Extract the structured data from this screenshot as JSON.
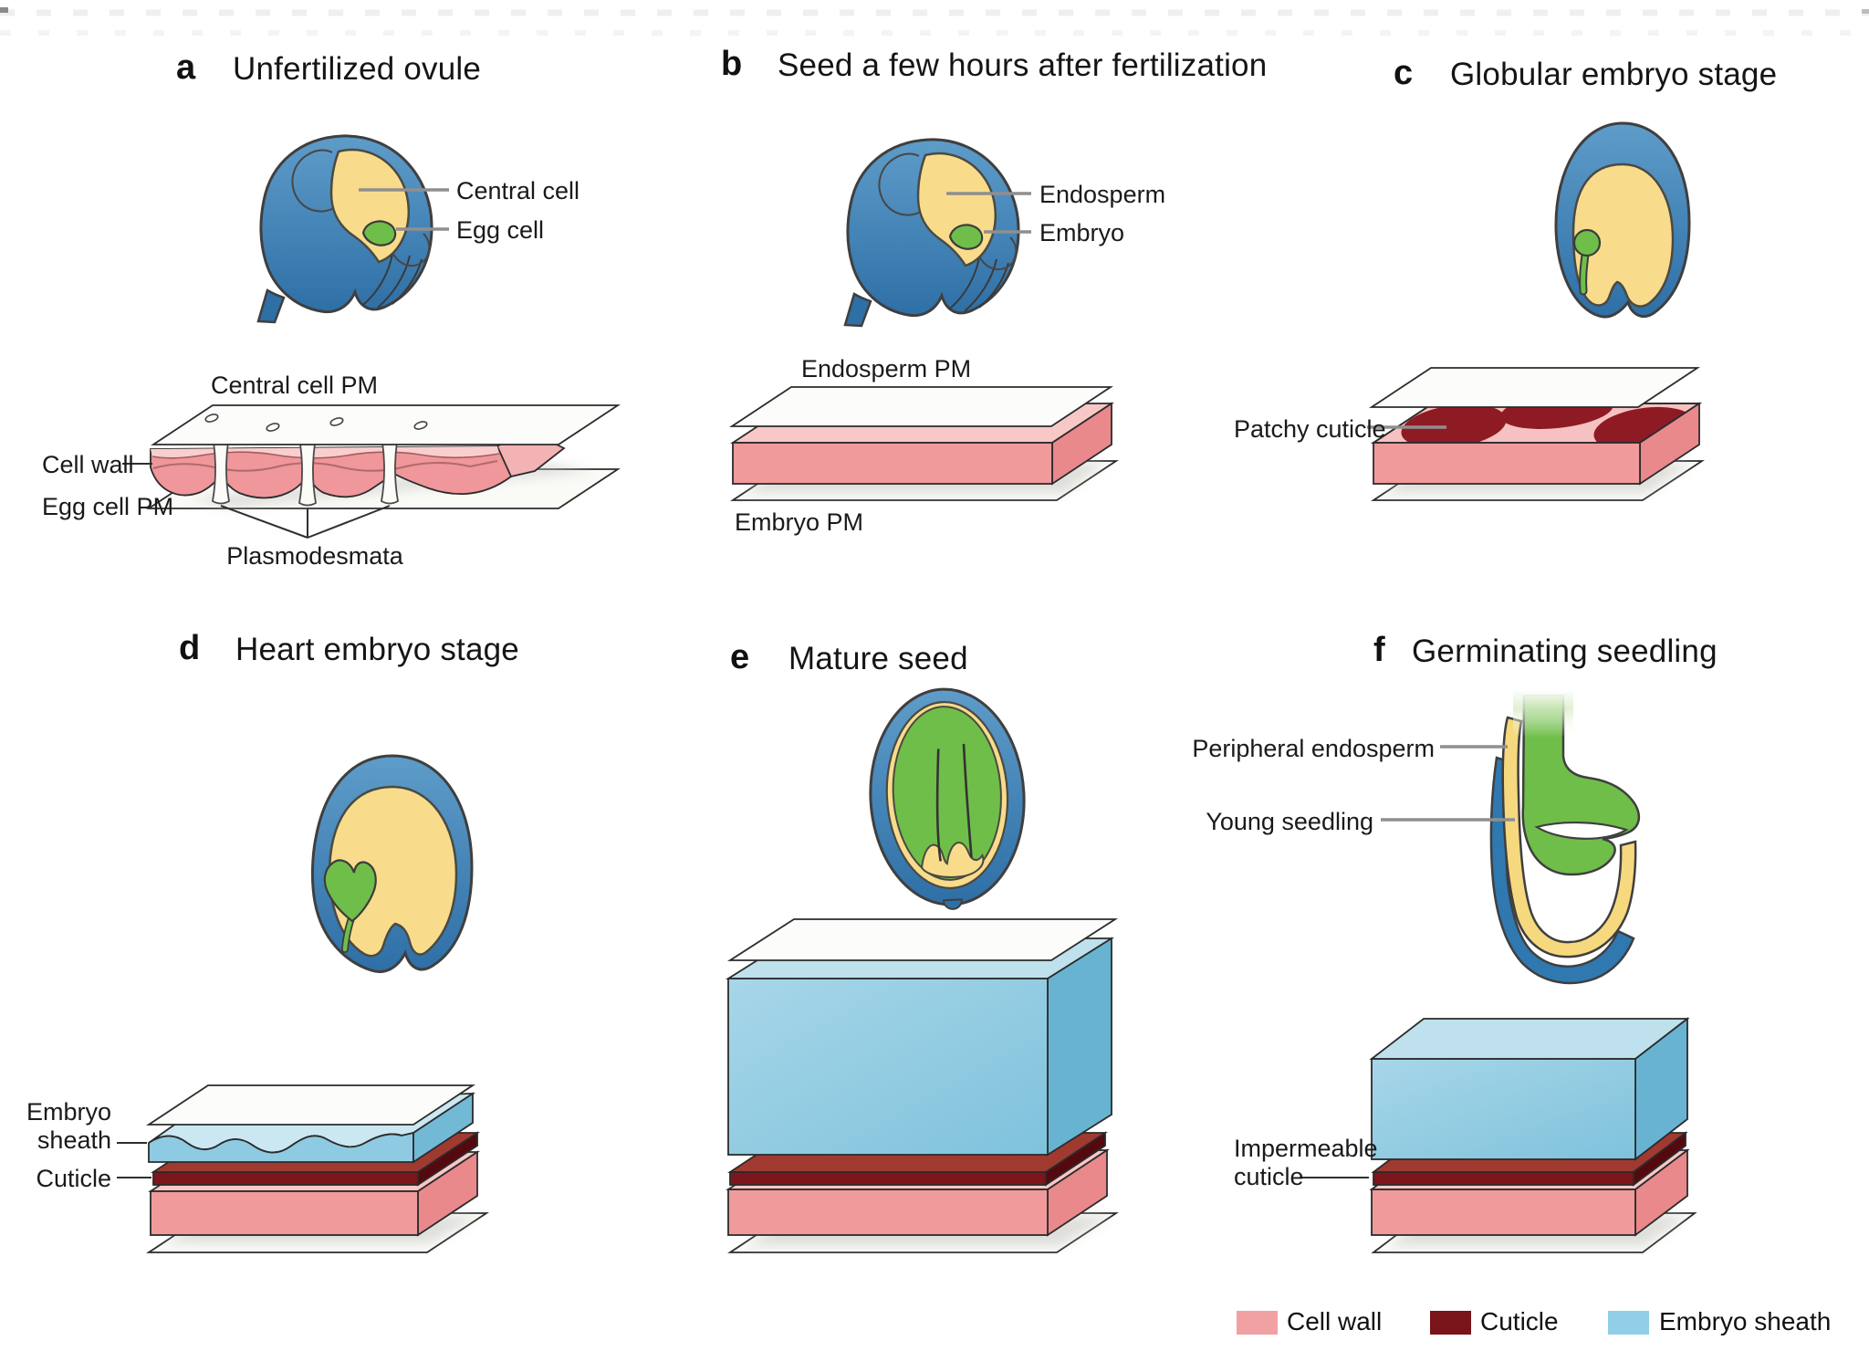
{
  "figure": {
    "panels": {
      "a": {
        "letter": "a",
        "title": "Unfertilized ovule",
        "seed_labels": {
          "central_cell": "Central cell",
          "egg_cell": "Egg cell"
        },
        "slab_labels": {
          "central_cell_pm": "Central cell PM",
          "cell_wall": "Cell wall",
          "egg_cell_pm": "Egg cell PM",
          "plasmodesmata": "Plasmodesmata"
        }
      },
      "b": {
        "letter": "b",
        "title": "Seed a few hours after fertilization",
        "seed_labels": {
          "endosperm": "Endosperm",
          "embryo": "Embryo"
        },
        "slab_labels": {
          "endosperm_pm": "Endosperm PM",
          "embryo_pm": "Embryo PM"
        }
      },
      "c": {
        "letter": "c",
        "title": "Globular embryo stage",
        "slab_labels": {
          "patchy_cuticle": "Patchy cuticle"
        }
      },
      "d": {
        "letter": "d",
        "title": "Heart embryo stage",
        "slab_labels": {
          "embryo_sheath_line1": "Embryo",
          "embryo_sheath_line2": "sheath",
          "cuticle": "Cuticle"
        }
      },
      "e": {
        "letter": "e",
        "title": "Mature seed"
      },
      "f": {
        "letter": "f",
        "title": "Germinating seedling",
        "seed_labels": {
          "peripheral_endosperm": "Peripheral endosperm",
          "young_seedling": "Young seedling"
        },
        "slab_labels": {
          "impermeable_cuticle_line1": "Impermeable",
          "impermeable_cuticle_line2": "cuticle"
        }
      }
    },
    "legend": {
      "items": [
        {
          "label": "Cell wall",
          "color": "#F1A1A4"
        },
        {
          "label": "Cuticle",
          "color": "#7A141B"
        },
        {
          "label": "Embryo sheath",
          "color": "#90CFE7"
        }
      ]
    },
    "colors": {
      "seed_coat_blue": "#3B7EB5",
      "endosperm_yellow": "#F8DC8C",
      "embryo_green": "#6FBE4A",
      "cell_wall_pink": "#F09A9C",
      "cuticle_dark_red": "#7A141B",
      "embryo_sheath_blue": "#8ECBE2",
      "plane_white": "#FCFCFA"
    }
  }
}
